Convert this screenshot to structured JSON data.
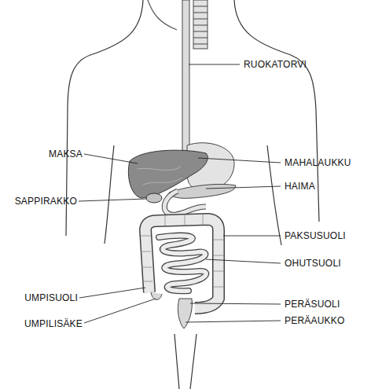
{
  "diagram": {
    "labels": [
      "RUOKATORVI",
      "MAKSA",
      "MAHALAUKKU",
      "HAIMA",
      "SAPPIRAKKO",
      "PAKSUSUOLI",
      "OHUTSUOLI",
      "UMPISUOLI",
      "PERÄSUOLI",
      "UMPILISÄKE",
      "PERÄAUKKO"
    ]
  }
}
